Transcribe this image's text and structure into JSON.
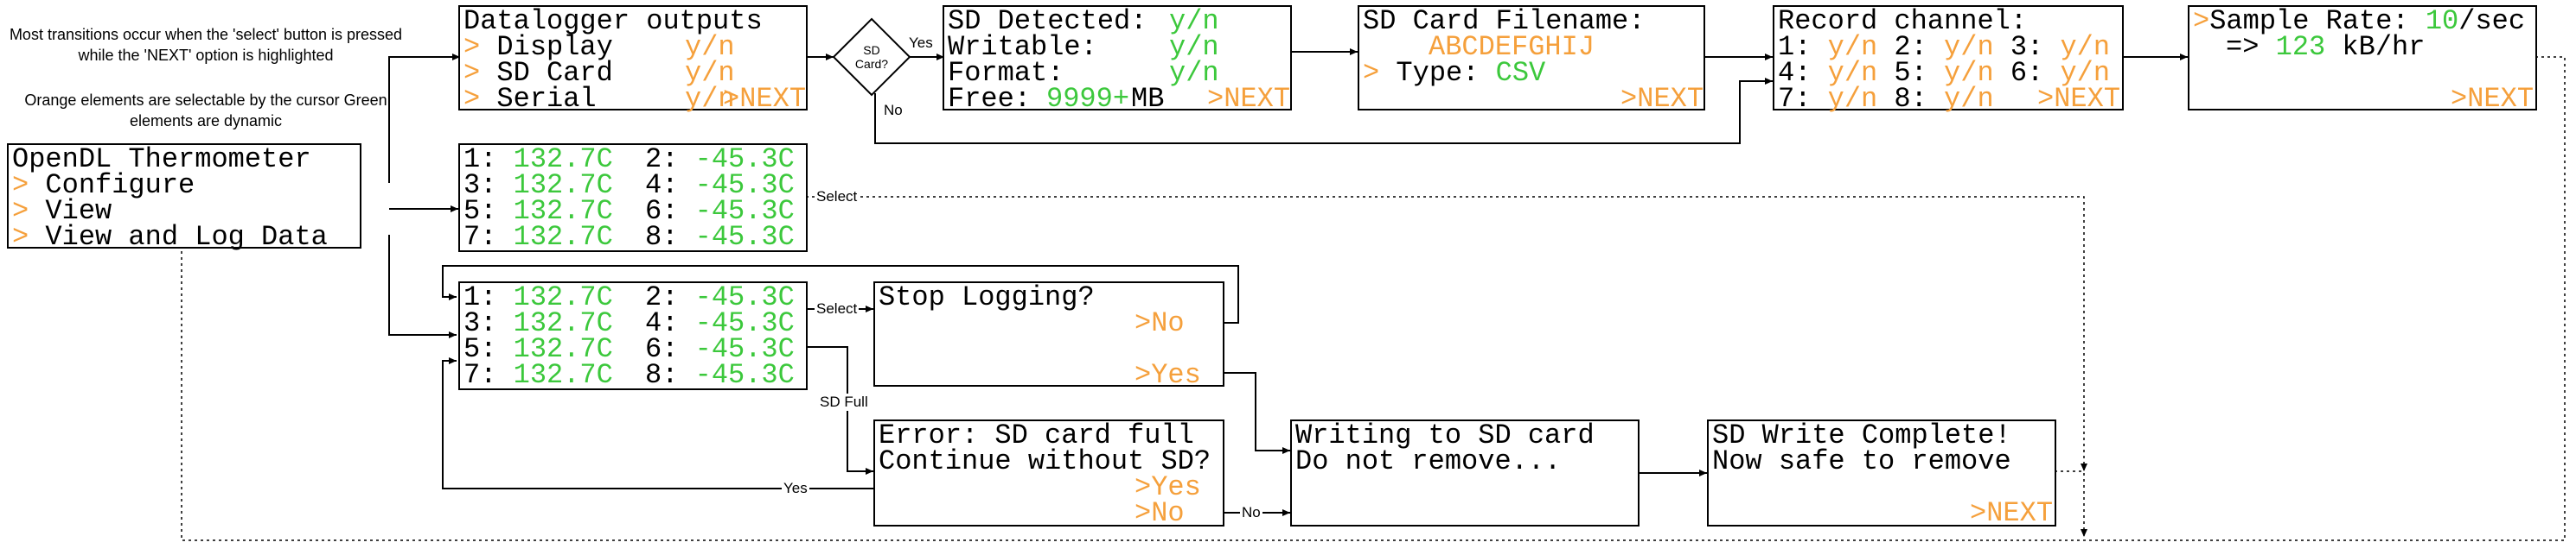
{
  "notes": {
    "transitions": "Most transitions occur when the 'select' button is pressed while the 'NEXT' option is highlighted",
    "legend": "Orange elements are selectable by the cursor Green elements are dynamic"
  },
  "colors": {
    "selectable": "#f5a03c",
    "dynamic": "#3cc83c",
    "line": "#000000"
  },
  "boxes": {
    "main": {
      "title": "OpenDL Thermometer",
      "cursor": ">",
      "items": [
        "Configure",
        "View",
        "View and Log Data"
      ]
    },
    "outputs": {
      "title": "Datalogger outputs",
      "cursor": ">",
      "rows": [
        {
          "label": "Display",
          "value": "y/n"
        },
        {
          "label": "SD Card",
          "value": "y/n"
        },
        {
          "label": "Serial",
          "value": "y/n",
          "next": ">NEXT"
        }
      ]
    },
    "sd_check": {
      "text": "SD Card?"
    },
    "sd_status": {
      "detected_label": "SD Detected:",
      "detected_value": "y/n",
      "writable_label": "Writable:",
      "writable_value": "y/n",
      "format_label": "Format:",
      "format_value": "y/n",
      "free_label": "Free:",
      "free_value": "9999+",
      "free_unit": "MB",
      "next": ">NEXT"
    },
    "filename": {
      "title": "SD Card Filename:",
      "name": "ABCDEFGHIJ",
      "cursor": ">",
      "type_label": "Type:",
      "type_value": "CSV",
      "next": ">NEXT"
    },
    "record": {
      "title": "Record channel:",
      "channels": [
        "1:",
        "2:",
        "3:",
        "4:",
        "5:",
        "6:",
        "7:",
        "8:"
      ],
      "value": "y/n",
      "next": ">NEXT"
    },
    "sample_rate": {
      "cursor": ">",
      "label": "Sample Rate:",
      "rate": "10",
      "rate_unit": "/sec",
      "arrow": "=>",
      "throughput": "123",
      "throughput_unit": "kB/hr",
      "next": ">NEXT"
    },
    "view_readings": {
      "channels": [
        "1:",
        "2:",
        "3:",
        "4:",
        "5:",
        "6:",
        "7:",
        "8:"
      ],
      "odd_value": "132.7C",
      "even_value": "-45.3C"
    },
    "log_readings": {
      "channels": [
        "1:",
        "2:",
        "3:",
        "4:",
        "5:",
        "6:",
        "7:",
        "8:"
      ],
      "odd_value": "132.7C",
      "even_value": "-45.3C"
    },
    "stop": {
      "title": "Stop Logging?",
      "no": ">No",
      "yes": ">Yes"
    },
    "error": {
      "line1": "Error: SD card full",
      "line2": "Continue without SD?",
      "yes": ">Yes",
      "no": ">No"
    },
    "writing": {
      "line1": "Writing to SD card",
      "line2": "Do not remove..."
    },
    "complete": {
      "line1": "SD Write Complete!",
      "line2": "Now safe to remove",
      "next": ">NEXT"
    }
  },
  "edge_labels": {
    "yes": "Yes",
    "no": "No",
    "select": "Select",
    "sd_full": "SD Full"
  }
}
